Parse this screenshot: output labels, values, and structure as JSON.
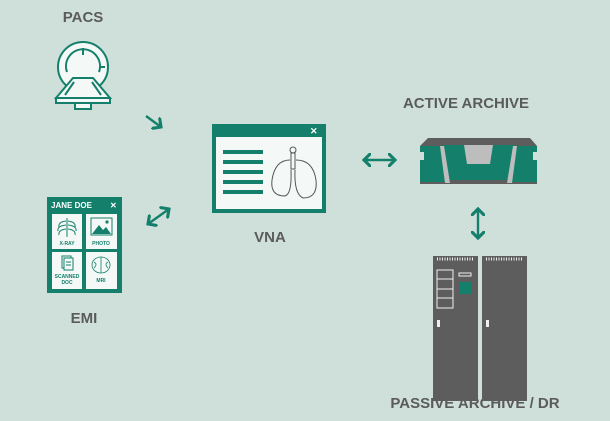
{
  "labels": {
    "pacs": "PACS",
    "emi": "EMI",
    "vna": "VNA",
    "active_archive": "ACTIVE ARCHIVE",
    "passive_archive": "PASSIVE ARCHIVE / DR"
  },
  "emi_card": {
    "title": "JANE DOE",
    "close": "✕",
    "tiles": [
      "X-RAY",
      "PHOTO",
      "SCANNED",
      "DOC",
      "MRI"
    ]
  },
  "vna_window": {
    "close": "✕"
  },
  "colors": {
    "background": "#cfe0da",
    "accent": "#14806b",
    "gray": "#5d5d5d",
    "text": "#5b5b5b"
  }
}
